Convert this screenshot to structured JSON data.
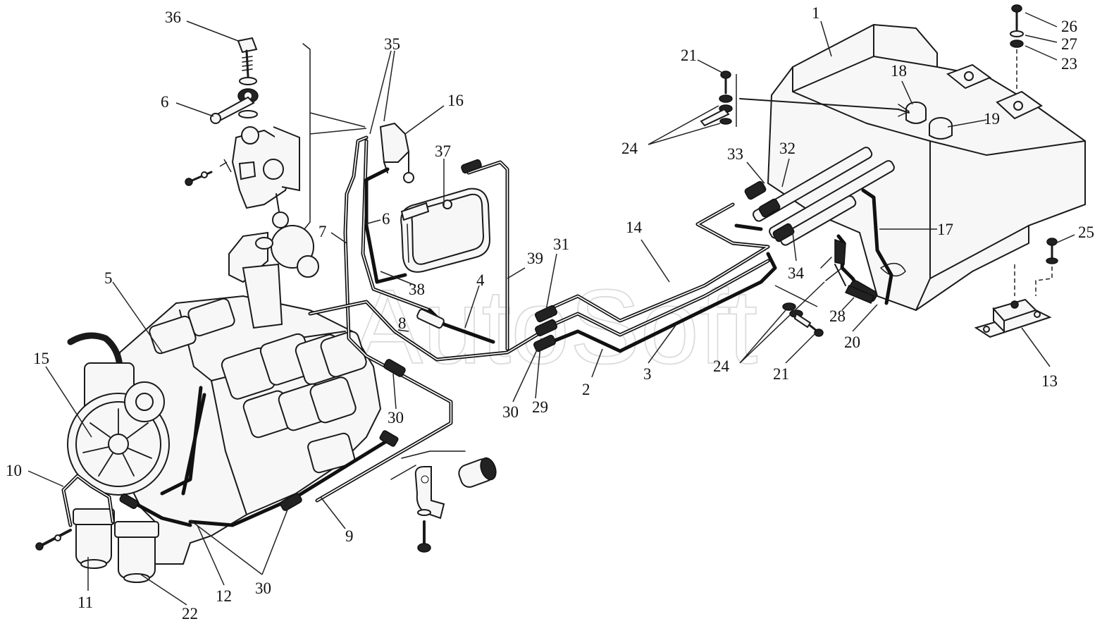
{
  "watermark": "AutoSoft",
  "callouts": [
    {
      "id": "c36",
      "text": "36"
    },
    {
      "id": "c6a",
      "text": "6"
    },
    {
      "id": "c35",
      "text": "35"
    },
    {
      "id": "c16",
      "text": "16"
    },
    {
      "id": "c37",
      "text": "37"
    },
    {
      "id": "c7",
      "text": "7"
    },
    {
      "id": "c6b",
      "text": "6"
    },
    {
      "id": "c38",
      "text": "38"
    },
    {
      "id": "c5",
      "text": "5"
    },
    {
      "id": "c15",
      "text": "15"
    },
    {
      "id": "c10",
      "text": "10"
    },
    {
      "id": "c11",
      "text": "11"
    },
    {
      "id": "c22",
      "text": "22"
    },
    {
      "id": "c12",
      "text": "12"
    },
    {
      "id": "c30a",
      "text": "30"
    },
    {
      "id": "c9",
      "text": "9"
    },
    {
      "id": "c30b",
      "text": "30"
    },
    {
      "id": "c8",
      "text": "8"
    },
    {
      "id": "c4",
      "text": "4"
    },
    {
      "id": "c39",
      "text": "39"
    },
    {
      "id": "c31",
      "text": "31"
    },
    {
      "id": "c30c",
      "text": "30"
    },
    {
      "id": "c29",
      "text": "29"
    },
    {
      "id": "c2",
      "text": "2"
    },
    {
      "id": "c3",
      "text": "3"
    },
    {
      "id": "c14",
      "text": "14"
    },
    {
      "id": "c21a",
      "text": "21"
    },
    {
      "id": "c24a",
      "text": "24"
    },
    {
      "id": "c33",
      "text": "33"
    },
    {
      "id": "c32",
      "text": "32"
    },
    {
      "id": "c34",
      "text": "34"
    },
    {
      "id": "c24b",
      "text": "24"
    },
    {
      "id": "c21b",
      "text": "21"
    },
    {
      "id": "c28",
      "text": "28"
    },
    {
      "id": "c20",
      "text": "20"
    },
    {
      "id": "c17",
      "text": "17"
    },
    {
      "id": "c1",
      "text": "1"
    },
    {
      "id": "c18",
      "text": "18"
    },
    {
      "id": "c19",
      "text": "19"
    },
    {
      "id": "c26",
      "text": "26"
    },
    {
      "id": "c27",
      "text": "27"
    },
    {
      "id": "c23",
      "text": "23"
    },
    {
      "id": "c25",
      "text": "25"
    },
    {
      "id": "c13",
      "text": "13"
    }
  ]
}
